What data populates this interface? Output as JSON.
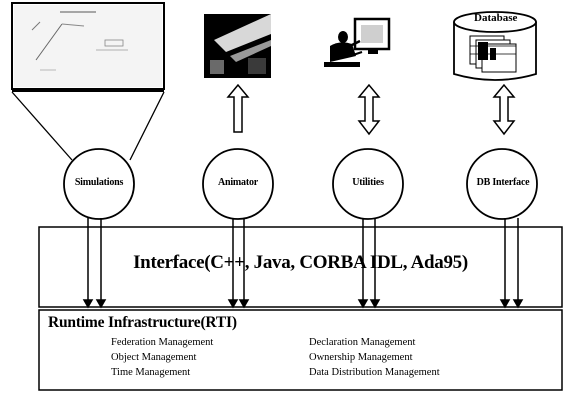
{
  "modules": [
    {
      "label": "Simulations"
    },
    {
      "label": "Animator"
    },
    {
      "label": "Utilities"
    },
    {
      "label": "DB Interface"
    }
  ],
  "database_label": "Database",
  "interface_label": "Interface(C++, Java, CORBA IDL, Ada95)",
  "rti": {
    "title": "Runtime Infrastructure(RTI)",
    "left_items": [
      "Federation Management",
      "Object Management",
      "Time Management"
    ],
    "right_items": [
      "Declaration Management",
      "Ownership Management",
      "Data Distribution Management"
    ]
  }
}
